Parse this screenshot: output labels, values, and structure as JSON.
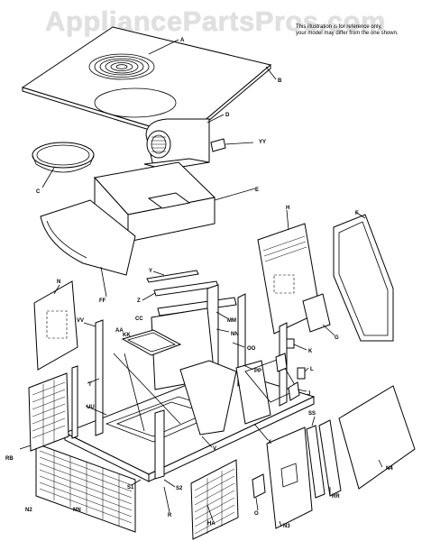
{
  "watermark": "AppliancePartsPros.com",
  "note": {
    "line1": "This illustration is for reference only,",
    "line2": "your model may differ from the one shown."
  },
  "labels": {
    "A": "A",
    "B": "B",
    "C": "C",
    "D": "D",
    "E": "E",
    "F": "F",
    "G": "G",
    "H": "H",
    "J": "J",
    "K": "K",
    "L": "L",
    "N": "N",
    "O": "O",
    "R": "R",
    "T": "T",
    "V": "V",
    "X": "X",
    "Y": "Y",
    "Z": "Z",
    "AA": "AA",
    "CC": "CC",
    "FF": "FF",
    "HA": "HA",
    "KK": "KK",
    "MM": "MM",
    "NN": "NN",
    "OO": "OO",
    "PP": "PP",
    "RR": "RR",
    "SS": "SS",
    "UU": "UU",
    "VV": "VV",
    "YY": "YY",
    "S1": "S1",
    "S2": "S2",
    "RB": "RB",
    "N2": "N2",
    "N3": "N3",
    "N4": "N4"
  }
}
